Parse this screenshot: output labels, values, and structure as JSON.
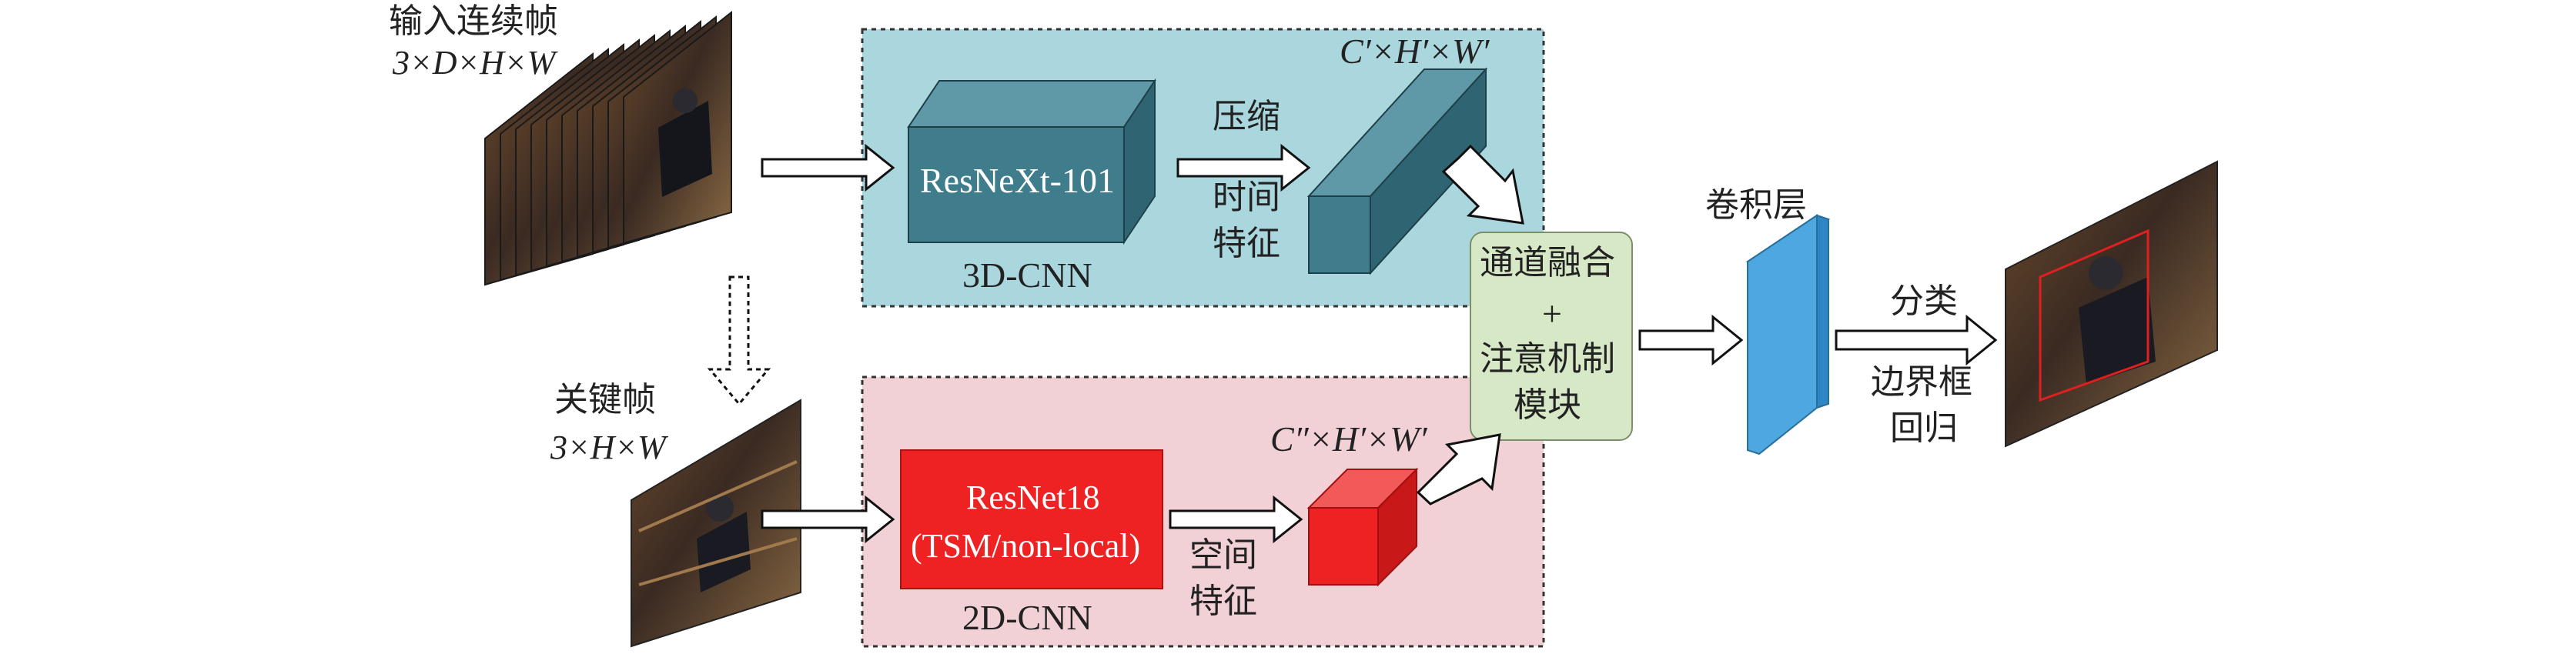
{
  "input": {
    "title": "输入连续帧",
    "dims": "3×D×H×W"
  },
  "keyframe": {
    "title": "关键帧",
    "dims": "3×H×W"
  },
  "branch_3d": {
    "backbone": "ResNeXt-101",
    "name": "3D-CNN",
    "op_line1": "压缩",
    "op_line2": "时间",
    "op_line3": "特征",
    "out_dims": "C′×H′×W′"
  },
  "branch_2d": {
    "backbone_line1": "ResNet18",
    "backbone_line2": "(TSM/non-local)",
    "name": "2D-CNN",
    "op_line1": "空间",
    "op_line2": "特征",
    "out_dims": "C″×H′×W′"
  },
  "fusion": {
    "line1": "通道融合",
    "line2": "+",
    "line3": "注意机制",
    "line4": "模块"
  },
  "conv_layer": {
    "title": "卷积层"
  },
  "outputs": {
    "cls": "分类",
    "box_line1": "边界框",
    "box_line2": "回归"
  },
  "colors": {
    "panel_3d": "#aad7de",
    "panel_2d": "#f2d1d6",
    "cube_3d": "#3f7c8c",
    "backbone_2d": "#ee2222",
    "cube_2d": "#ee2222",
    "fusion_box": "#d7e8c6",
    "conv_layer": "#4da7e0"
  }
}
